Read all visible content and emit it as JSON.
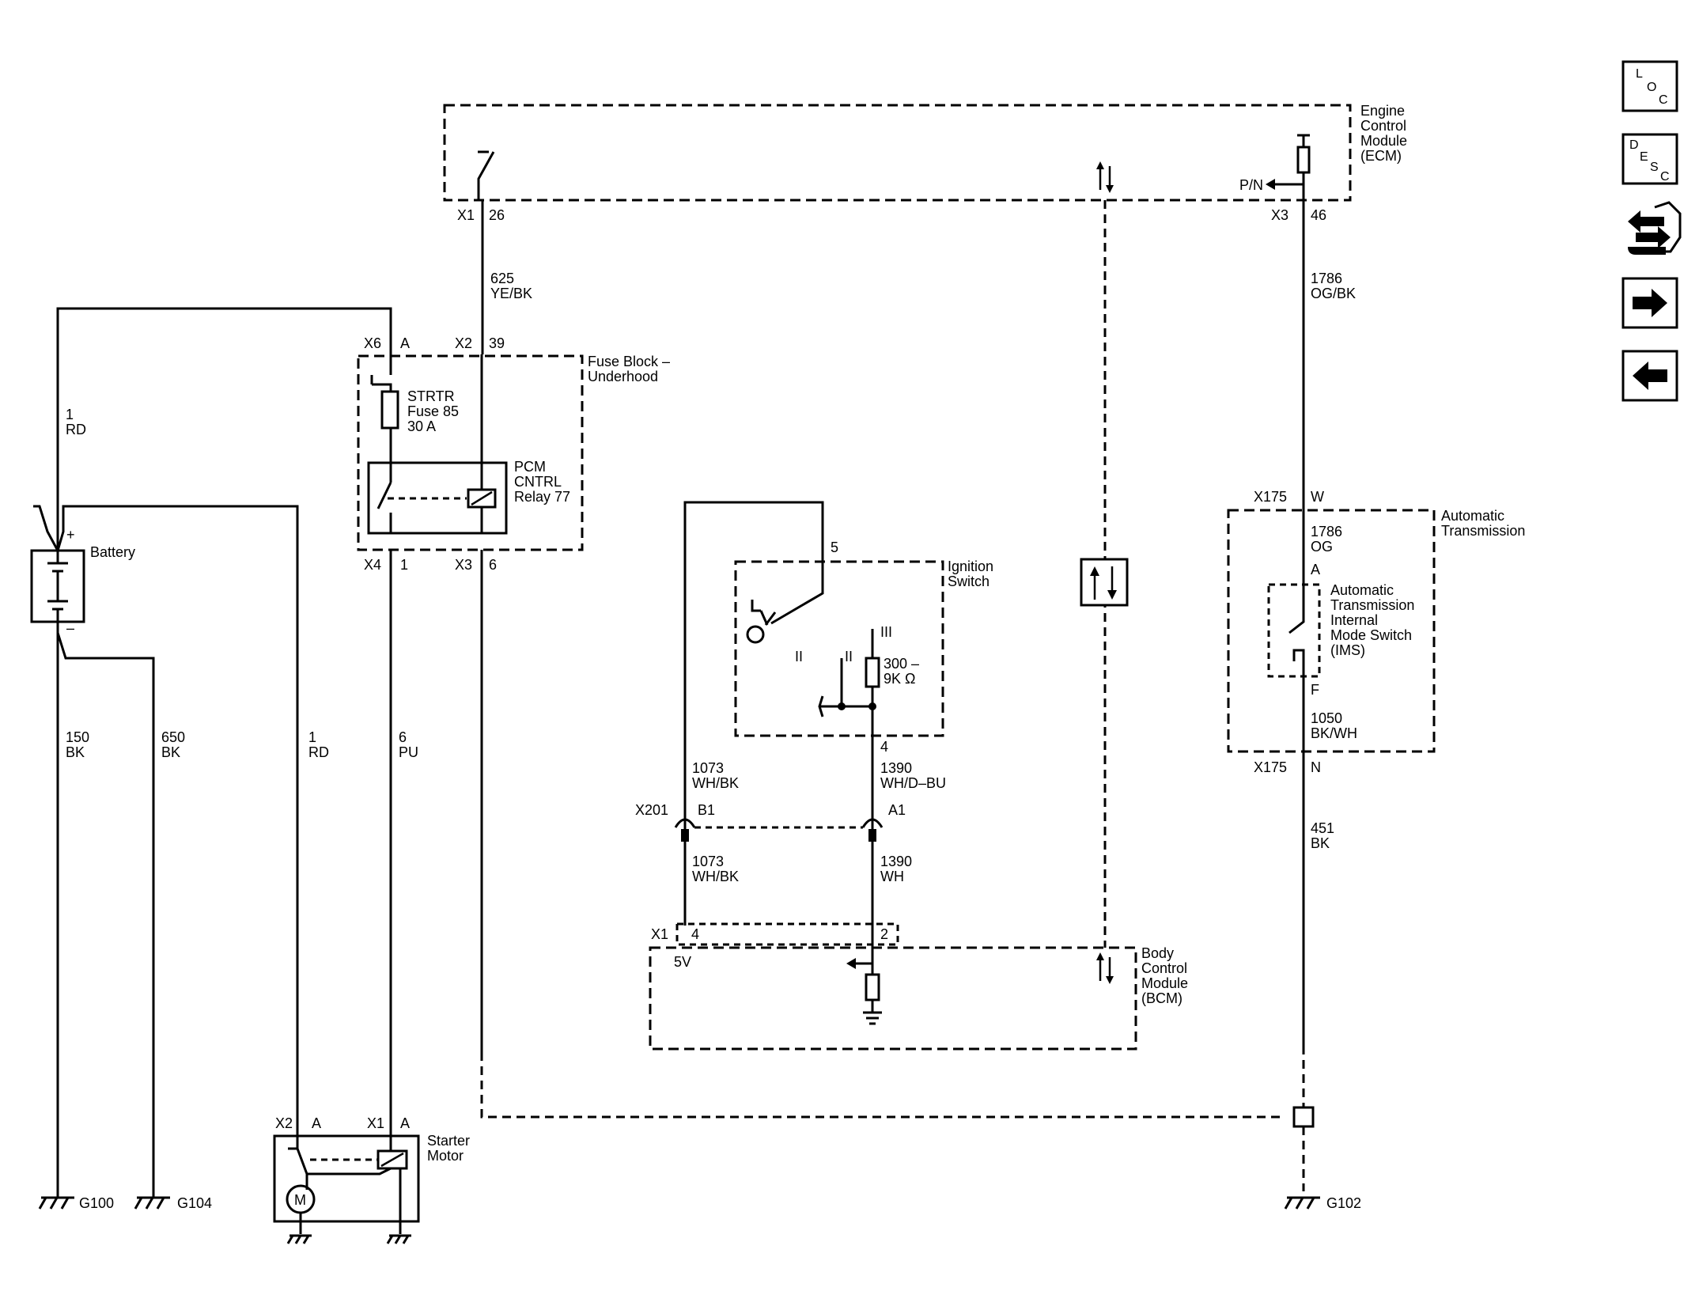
{
  "modules": {
    "ecm": "Engine\nControl\nModule\n(ECM)",
    "fuse_block": "Fuse Block –\nUnderhood",
    "relay": "PCM\nCNTRL\nRelay 77",
    "fuse": "STRTR\nFuse 85\n30 A",
    "battery": "Battery",
    "ignition": "Ignition\nSwitch",
    "resistor": "300 –\n9K Ω",
    "auto_trans": "Automatic\nTransmission",
    "ims": "Automatic\nTransmission\nInternal\nMode Switch\n(IMS)",
    "bcm": "Body\nControl\nModule\n(BCM)",
    "starter": "Starter\nMotor",
    "motor": "M"
  },
  "connectors": {
    "x1": "X1",
    "x1_pin": "26",
    "x3": "X3",
    "x3_pin": "46",
    "pn": "P/N",
    "x6": "X6",
    "x6_pin": "A",
    "x2": "X2",
    "x2_pin": "39",
    "x4": "X4",
    "x4_pin": "1",
    "x3b": "X3",
    "x3b_pin": "6",
    "ign_pin5": "5",
    "ign_III": "III",
    "ign_II_a": "II",
    "ign_II_b": "II",
    "ign_pin4": "4",
    "x201": "X201",
    "x201_b1": "B1",
    "x201_a1": "A1",
    "bcm_x1": "X1",
    "bcm_pin4": "4",
    "bcm_pin2": "2",
    "bcm_5v": "5V",
    "x175_top": "X175",
    "x175_w": "W",
    "ims_a": "A",
    "ims_f": "F",
    "x175_bot": "X175",
    "x175_n": "N",
    "st_x2": "X2",
    "st_x2_pin": "A",
    "st_x1": "X1",
    "st_x1_pin": "A",
    "bat_plus": "+",
    "bat_minus": "–"
  },
  "wires": {
    "w625": "625\nYE/BK",
    "w1786a": "1786\nOG/BK",
    "w1rd_top": "1\nRD",
    "w150": "150\nBK",
    "w650": "650\nBK",
    "w1rd": "1\nRD",
    "w6pu": "6\nPU",
    "w1073a": "1073\nWH/BK",
    "w1390a": "1390\nWH/D–BU",
    "w1073b": "1073\nWH/BK",
    "w1390b": "1390\nWH",
    "w1786b": "1786\nOG",
    "w1050": "1050\nBK/WH",
    "w451": "451\nBK"
  },
  "grounds": {
    "g100": "G100",
    "g104": "G104",
    "g102": "G102"
  },
  "nav": {
    "loc": [
      "L",
      "O",
      "C"
    ],
    "desc": [
      "D",
      "E",
      "S",
      "C"
    ]
  }
}
